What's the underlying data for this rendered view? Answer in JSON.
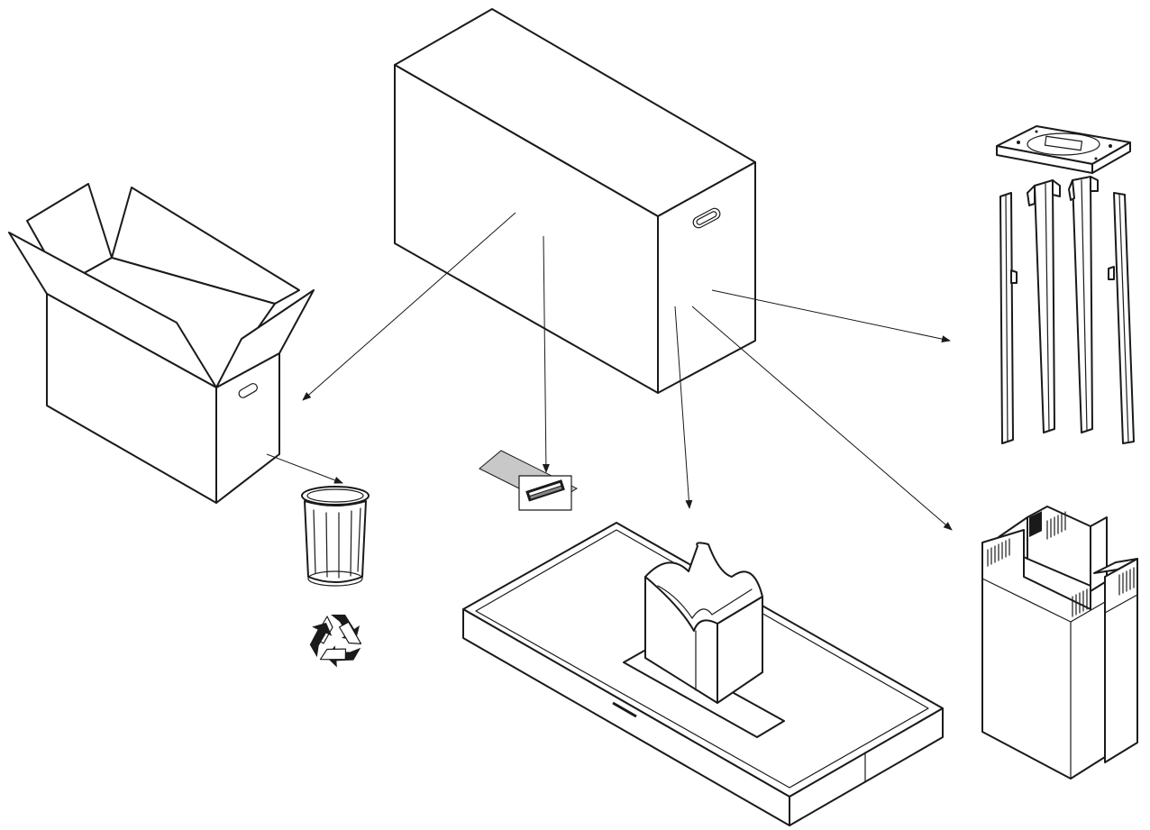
{
  "figure": {
    "kind": "unpacking-instructions-illustration",
    "colors": {
      "line": "#1a1a1a",
      "background": "#ffffff",
      "shade": "#c8c8c8"
    },
    "items": [
      {
        "id": "sealed-shipping-box",
        "icon": "closed-carton"
      },
      {
        "id": "empty-open-box",
        "icon": "open-carton"
      },
      {
        "id": "trash-can",
        "icon": "waste-bin"
      },
      {
        "id": "recycle-symbol",
        "icon": "recycle"
      },
      {
        "id": "hardware-bag",
        "icon": "parts-bag"
      },
      {
        "id": "hood-body",
        "icon": "range-hood"
      },
      {
        "id": "mounting-bracket-assembly",
        "icon": "brackets"
      },
      {
        "id": "chimney-covers",
        "icon": "chimney-duct-covers"
      }
    ]
  }
}
